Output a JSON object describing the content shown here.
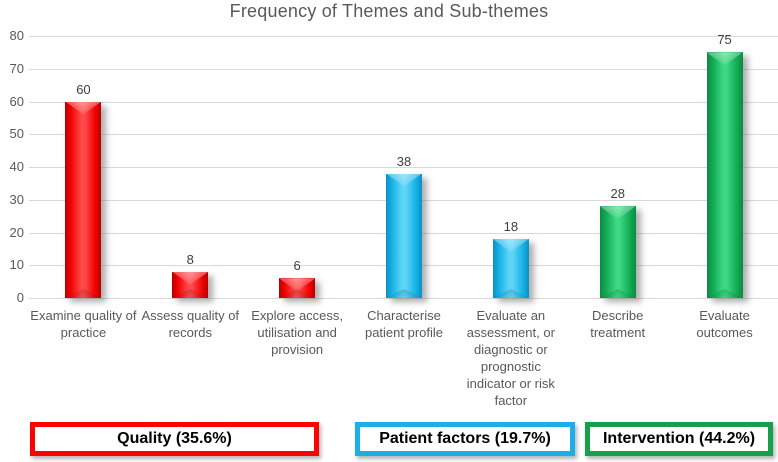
{
  "chart_data": {
    "type": "bar",
    "title": "Frequency of Themes and Sub-themes",
    "categories": [
      "Examine quality of practice",
      "Assess quality of records",
      "Explore access, utilisation and provision",
      "Characterise patient profile",
      "Evaluate an assessment, or diagnostic or prognostic indicator or risk factor",
      "Describe treatment",
      "Evaluate outcomes"
    ],
    "values": [
      60,
      8,
      6,
      38,
      18,
      28,
      75
    ],
    "data_labels": [
      "60",
      "8",
      "6",
      "38",
      "18",
      "28",
      "75"
    ],
    "bar_groups": [
      "quality",
      "quality",
      "quality",
      "patient",
      "patient",
      "intervention",
      "intervention"
    ],
    "group_colors": {
      "quality": "#fe0000",
      "patient": "#1ab7ec",
      "intervention": "#16b55c"
    },
    "ylim": [
      0,
      80
    ],
    "yticks": [
      0,
      10,
      20,
      30,
      40,
      50,
      60,
      70,
      80
    ],
    "grid": true,
    "grid_color": "#d9d9d9",
    "title_color": "#595959",
    "axis_label_color": "#595959",
    "legend_position": "bottom",
    "legend": [
      {
        "label": "Quality (35.6%)",
        "color": "#fe0202"
      },
      {
        "label": "Patient factors (19.7%)",
        "color": "#1caee6"
      },
      {
        "label": "Intervention (44.2%)",
        "color": "#17a04b"
      }
    ]
  }
}
